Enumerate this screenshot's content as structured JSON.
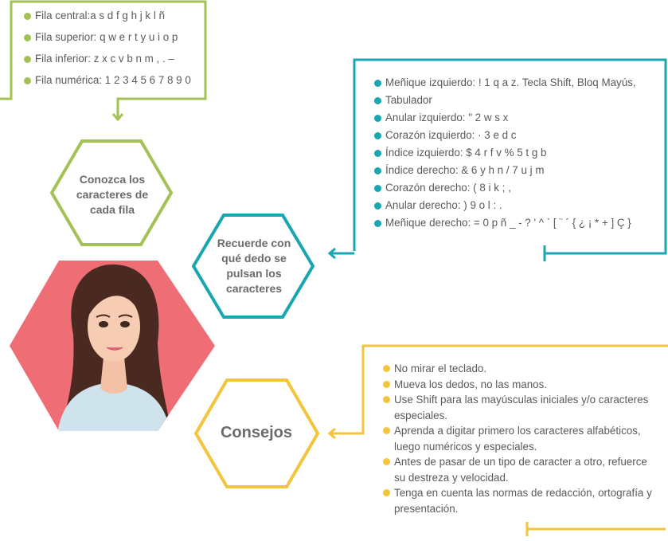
{
  "colors": {
    "green": "#a3c254",
    "teal": "#1aa6b1",
    "yellow": "#f2c53d",
    "portrait": "#ef6e75"
  },
  "rows_list": [
    "Fila central:a s d f g h j k l ñ",
    "Fila superior: q w e r t y u i o p",
    "Fila inferior: z x c v b n m , . –",
    "Fila numérica: 1 2 3 4 5 6 7 8 9 0"
  ],
  "fingers_list": [
    "Meñique izquierdo: ! 1 q a z. Tecla Shift, Bloq Mayús,",
    "Tabulador",
    "Anular izquierdo: \" 2 w s x",
    "Corazón izquierdo: · 3 e d c",
    "Índice izquierdo: $ 4 r f v % 5 t g b",
    "Índice derecho: & 6 y h n / 7 u j m",
    "Corazón derecho: ( 8 i k ; ,",
    "Anular derecho: ) 9 o l : .",
    "Meñique derecho: = 0 p ñ _ - ? ' ^ ` [ ¨ ´ { ¿ ¡ * + ] Ç }"
  ],
  "tips_list": [
    "No mirar el teclado.",
    "Mueva los dedos, no las manos.",
    "Use Shift para las mayúsculas iniciales y/o caracteres especiales.",
    "Aprenda a digitar primero los caracteres alfabéticos, luego numéricos y especiales.",
    "Antes de pasar de un tipo de caracter a otro, refuerce su destreza y velocidad.",
    "Tenga en cuenta las normas de redacción, ortografía y presentación."
  ],
  "hex_rows": "Conozca los caracteres de cada fila",
  "hex_fingers": "Recuerde con qué dedo se pulsan los caracteres",
  "hex_tips": "Consejos"
}
